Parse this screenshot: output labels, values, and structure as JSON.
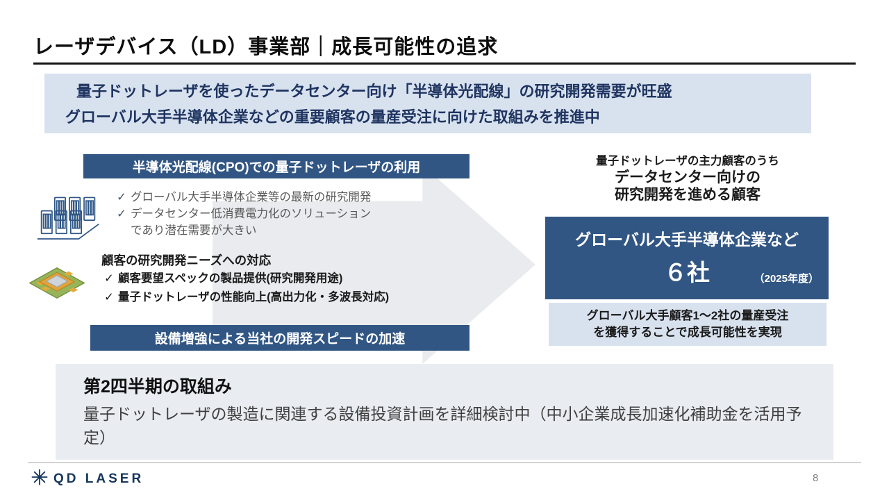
{
  "slide": {
    "title": "レーザデバイス（LD）事業部｜成長可能性の追求",
    "banner": {
      "line1": "量子ドットレーザを使ったデータセンター向け「半導体光配線」の研究開発需要が旺盛",
      "line2": "グローバル大手半導体企業などの重要顧客の量産受注に向けた取組みを推進中"
    },
    "left": {
      "header": "半導体光配線(CPO)での量子ドットレーザの利用",
      "check1": {
        "item1": "グローバル大手半導体企業等の最新の研究開発",
        "item2_line1": "データセンター低消費電力化のソリューション",
        "item2_line2": "であり潜在需要が大きい"
      },
      "subheading": "顧客の研究開発ニーズへの対応",
      "check2": {
        "item1": "顧客要望スペックの製品提供(研究開発用途)",
        "item2": "量子ドットレーザの性能向上(高出力化・多波長対応)"
      },
      "footer_box": "設備増強による当社の開発スピードの加速"
    },
    "right": {
      "caption1": "量子ドットレーザの主力顧客のうち",
      "caption2": "データセンター向けの",
      "caption3": "研究開発を進める顧客",
      "highlight_line1": "グローバル大手半導体企業など",
      "highlight_number": "６社",
      "highlight_year": "（2025年度）",
      "note_line1": "グローバル大手顧客1～2社の量産受注",
      "note_line2": "を獲得することで成長可能性を実現"
    },
    "bottom": {
      "heading": "第2四半期の取組み",
      "body": "量子ドットレーザの製造に関連する設備投資計画を詳細検討中（中小企業成長加速化補助金を活用予定）"
    },
    "footer": {
      "logo_text": "QD LASER",
      "page_number": "8"
    }
  },
  "icons": {
    "check": "✓"
  },
  "colors": {
    "navy_box": "#315684",
    "banner_bg": "#d8e2ef",
    "note_bg": "#d8e1ee",
    "bottom_bg": "#e9edf2",
    "arrow": "#e9ebee",
    "banner_text": "#1f3460",
    "logo_navy": "#16365c"
  }
}
